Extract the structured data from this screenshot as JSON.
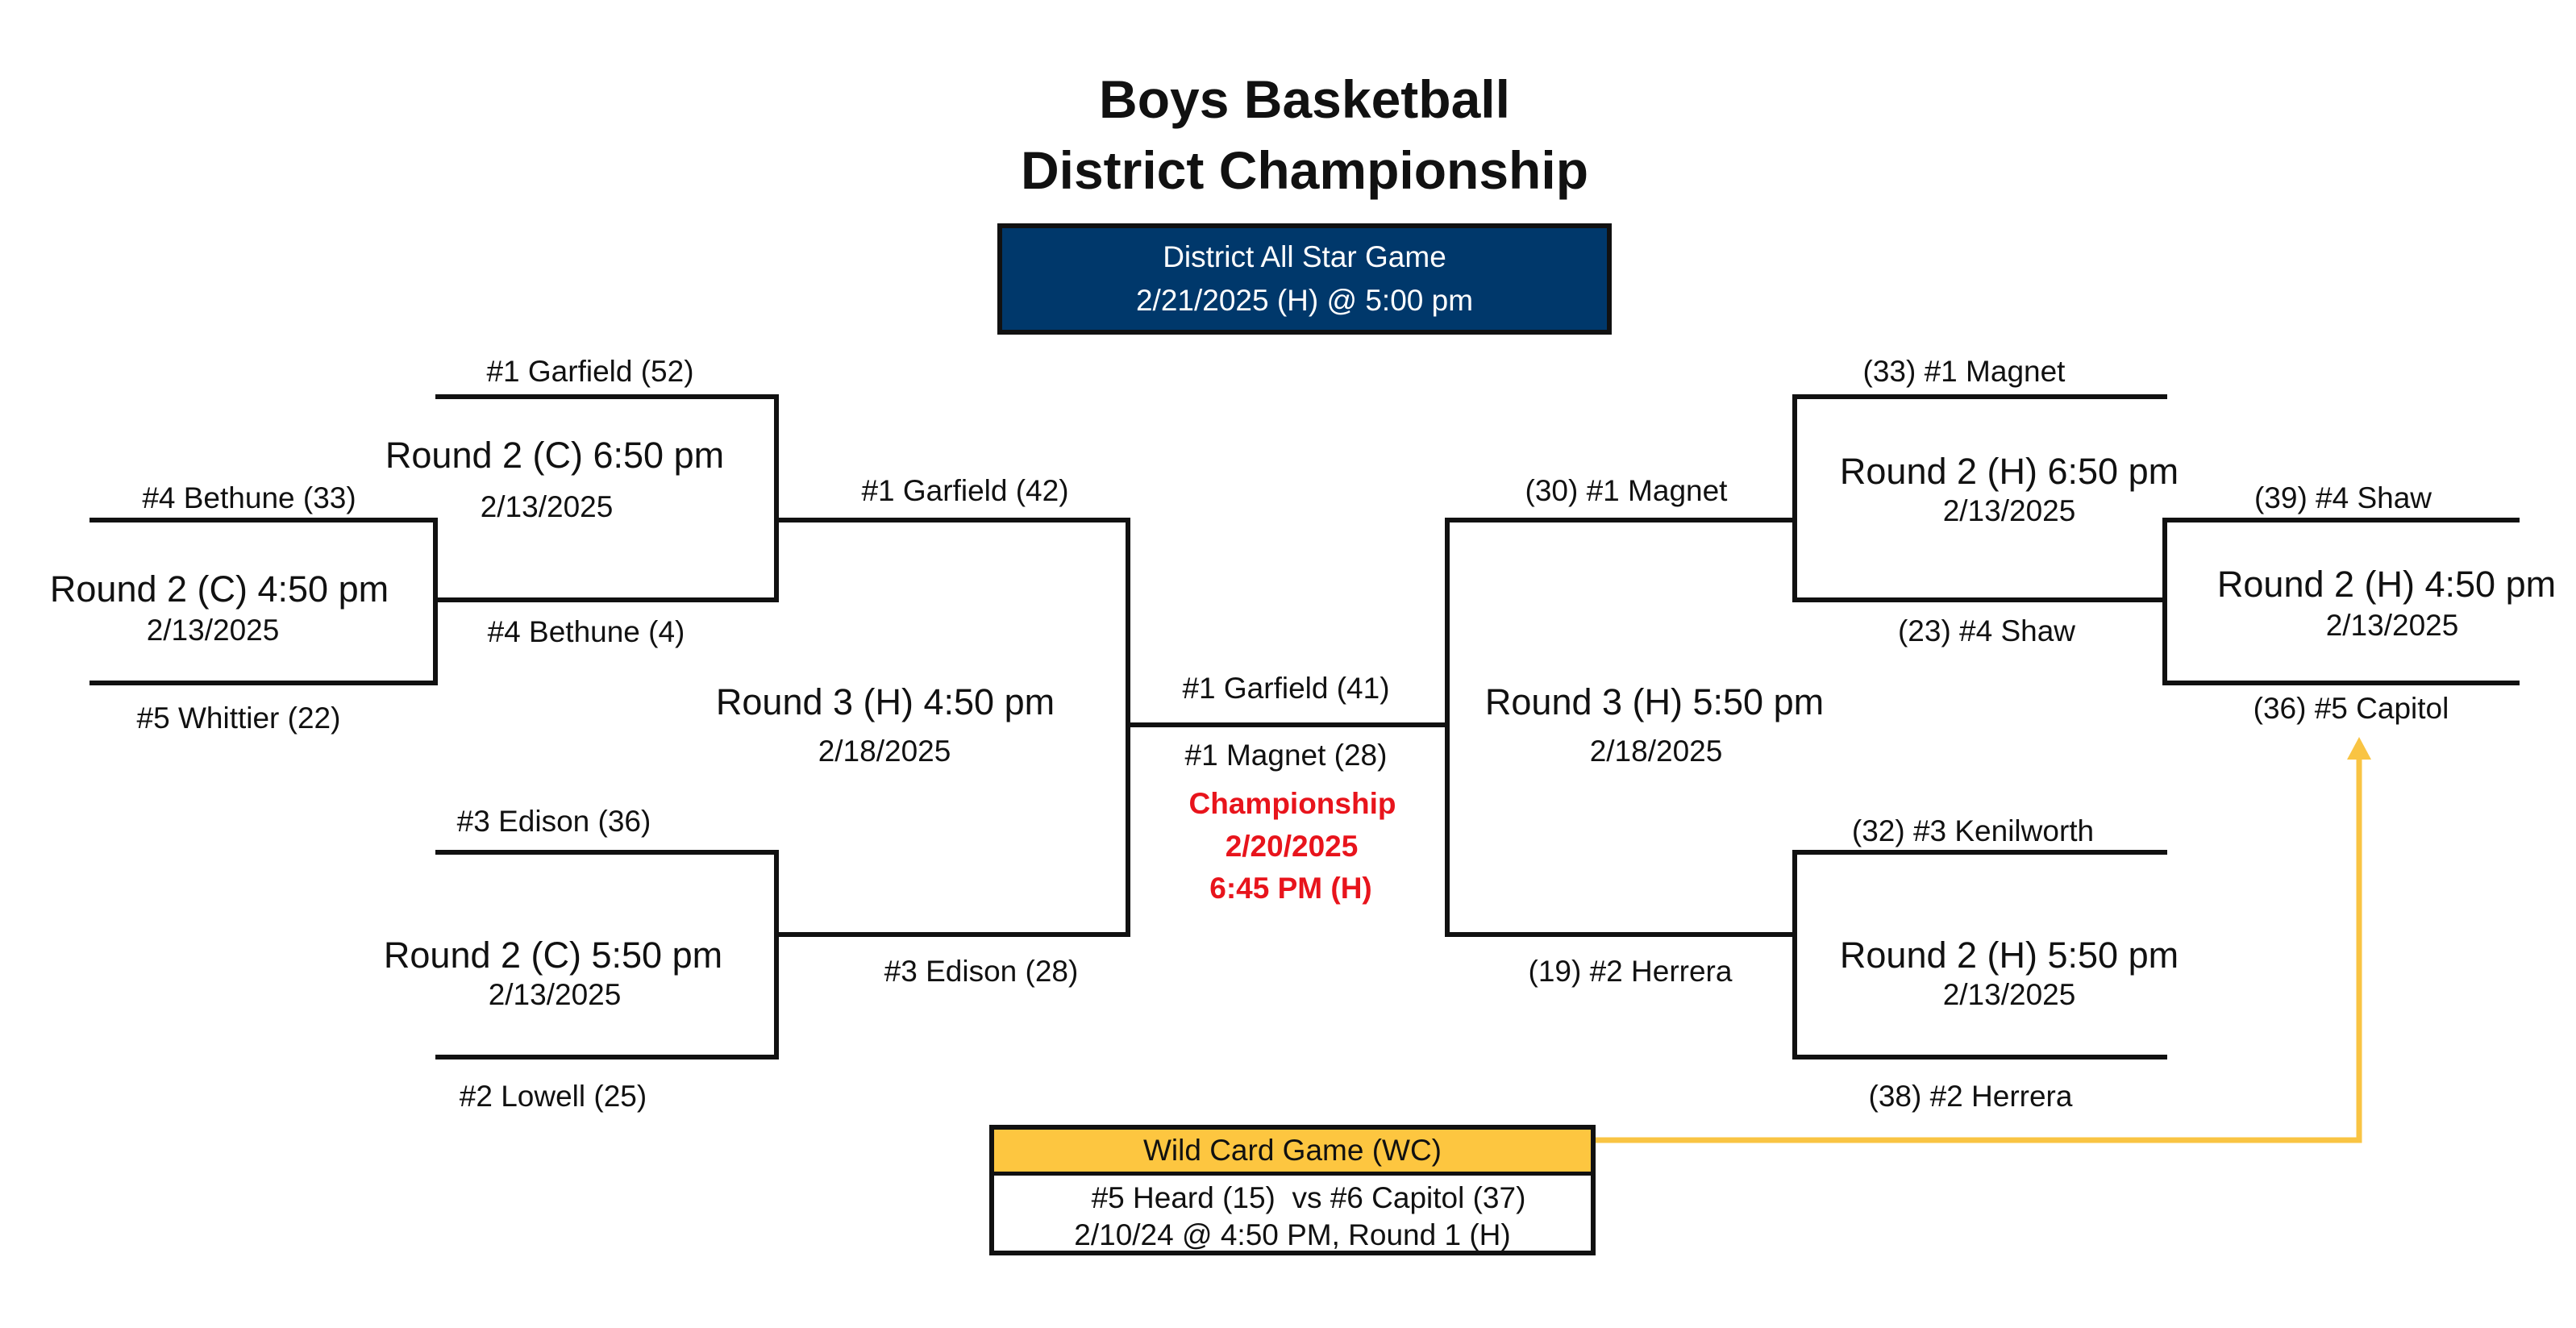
{
  "header": {
    "title_line1": "Boys Basketball",
    "title_line2": "District Championship"
  },
  "all_star": {
    "name": "District All Star Game",
    "when": "2/21/2025 (H) @ 5:00 pm"
  },
  "left": {
    "game_c650": {
      "label": "Round 2 (C) 6:50 pm",
      "date": "2/13/2025",
      "top_team": "#1 Garfield (52)",
      "bottom_team": "#4 Bethune (4)"
    },
    "game_c450": {
      "label": "Round 2 (C) 4:50 pm",
      "date": "2/13/2025",
      "top_team": "#4 Bethune (33)",
      "bottom_team": "#5 Whittier (22)"
    },
    "game_c550": {
      "label": "Round 2 (C) 5:50 pm",
      "date": "2/13/2025",
      "top_team": "#3 Edison (36)",
      "bottom_team": "#2 Lowell (25)"
    },
    "round3": {
      "label": "Round 3 (H) 4:50 pm",
      "date": "2/18/2025",
      "top_team": "#1 Garfield (42)",
      "bottom_team": "#3 Edison (28)"
    }
  },
  "right": {
    "game_h650": {
      "label": "Round 2 (H) 6:50 pm",
      "date": "2/13/2025",
      "top_team": "(33) #1 Magnet",
      "bottom_team": "(23) #4 Shaw"
    },
    "game_h450": {
      "label": "Round 2 (H) 4:50 pm",
      "date": "2/13/2025",
      "top_team": "(39) #4 Shaw",
      "bottom_team": "(36) #5 Capitol"
    },
    "game_h550": {
      "label": "Round 2 (H) 5:50 pm",
      "date": "2/13/2025",
      "top_team": "(32) #3 Kenilworth",
      "bottom_team": "(38) #2 Herrera"
    },
    "round3": {
      "label": "Round 3 (H) 5:50 pm",
      "date": "2/18/2025",
      "top_team": "(30) #1 Magnet",
      "bottom_team": "(19) #2 Herrera"
    }
  },
  "championship": {
    "top_team": "#1 Garfield (41)",
    "bottom_team": "#1 Magnet (28)",
    "label": "Championship",
    "date": "2/20/2025",
    "time": "6:45 PM (H)"
  },
  "wild_card": {
    "title": "Wild Card Game (WC)",
    "matchup": "#5 Heard (15)  vs #6 Capitol (37)",
    "when": "2/10/24 @ 4:50 PM, Round 1 (H)"
  },
  "colors": {
    "all_star_fill": "#00386b",
    "wild_card_fill": "#fdc640",
    "connector": "#f9c443",
    "championship_text": "#e8141c"
  }
}
